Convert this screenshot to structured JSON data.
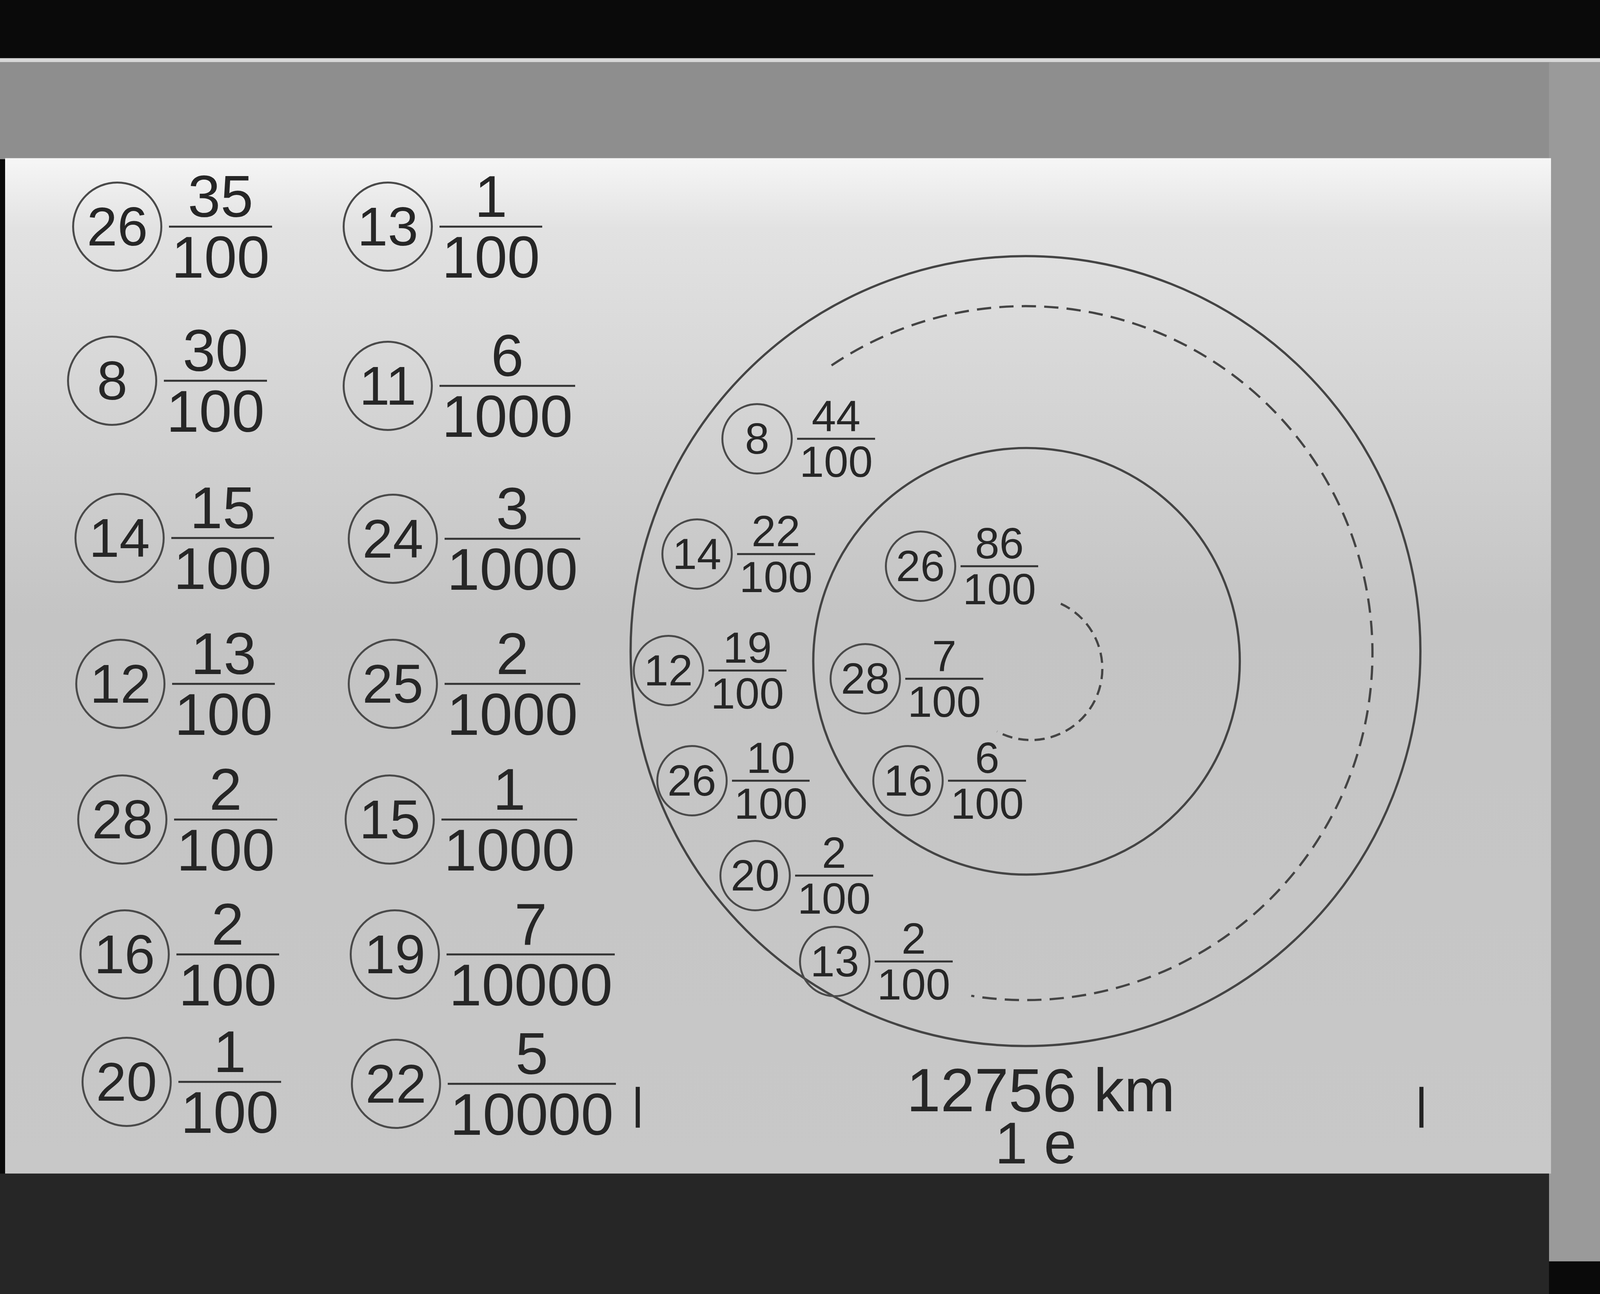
{
  "diagram": {
    "nodes": [
      {
        "text": [
          "26",
          "35",
          "100"
        ]
      },
      {
        "text": [
          "8",
          "30",
          "100"
        ]
      },
      {
        "text": [
          "14",
          "15",
          "100"
        ]
      },
      {
        "text": [
          "12",
          "13",
          "100"
        ]
      },
      {
        "text": [
          "28",
          "2",
          "100"
        ]
      },
      {
        "text": [
          "16",
          "2",
          "100"
        ]
      },
      {
        "text": [
          "20",
          "1",
          "100"
        ]
      },
      {
        "text": [
          "13",
          "1",
          "100"
        ]
      },
      {
        "text": [
          "11",
          "6",
          "1000"
        ]
      },
      {
        "text": [
          "24",
          "3",
          "1000"
        ]
      },
      {
        "text": [
          "25",
          "2",
          "1000"
        ]
      },
      {
        "text": [
          "15",
          "1",
          "1000"
        ]
      },
      {
        "text": [
          "19",
          "7",
          "10000"
        ]
      },
      {
        "text": [
          "22",
          "5",
          "10000"
        ]
      },
      {
        "text": [
          "8",
          "44",
          "100"
        ]
      },
      {
        "text": [
          "14",
          "22",
          "100"
        ]
      },
      {
        "text": [
          "26",
          "86",
          "100"
        ]
      },
      {
        "text": [
          "12",
          "19",
          "100"
        ]
      },
      {
        "text": [
          "28",
          "7",
          "100"
        ]
      },
      {
        "text": [
          "26",
          "10",
          "100"
        ]
      },
      {
        "text": [
          "16",
          "6",
          "100"
        ]
      },
      {
        "text": [
          "20",
          "2",
          "100"
        ]
      },
      {
        "text": [
          "13",
          "2",
          "100"
        ]
      }
    ],
    "labels": [
      "12756 km",
      "1 e"
    ]
  }
}
